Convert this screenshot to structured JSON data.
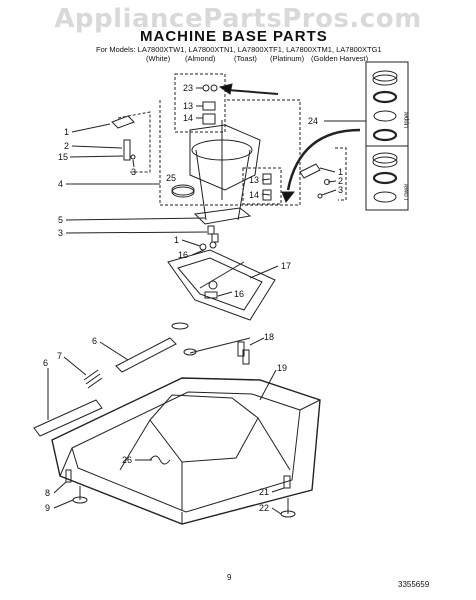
{
  "watermark": "AppliancePartsPros.com",
  "header": {
    "title": "MACHINE BASE PARTS",
    "models": "For Models: LA7800XTW1, LA7800XTN1, LA7800XTF1, LA7800XTM1, LA7800XTG1",
    "colors": [
      "(White)",
      "(Almond)",
      "(Toast)",
      "(Platinum)",
      "(Golden Harvest)"
    ]
  },
  "inset_labels": {
    "upper": "Upper",
    "lower": "Lower"
  },
  "callouts": [
    "23",
    "13",
    "14",
    "1",
    "2",
    "15",
    "3",
    "24",
    "25",
    "4",
    "13",
    "14",
    "1",
    "2",
    "3",
    "5",
    "3",
    "1",
    "16",
    "17",
    "16",
    "18",
    "6",
    "7",
    "6",
    "19",
    "26",
    "8",
    "9",
    "21",
    "22"
  ],
  "footer": {
    "page_number": "9",
    "doc_number": "3355659"
  }
}
